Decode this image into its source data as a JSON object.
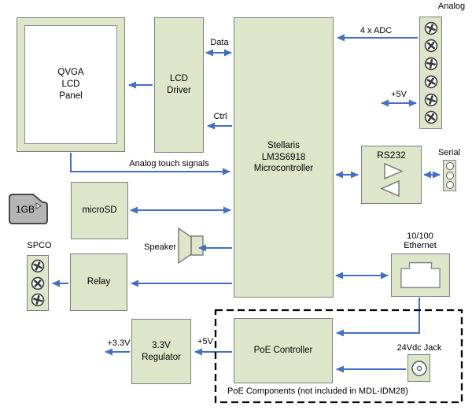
{
  "diagram": {
    "blocks": {
      "qvga": {
        "lines": [
          "QVGA",
          "LCD",
          "Panel"
        ]
      },
      "lcd_driver": {
        "lines": [
          "LCD",
          "Driver"
        ]
      },
      "mcu": {
        "lines": [
          "Stellaris",
          "LM3S6918",
          "Microcontroller"
        ]
      },
      "rs232": {
        "label": "RS232"
      },
      "microsd": {
        "label": "microSD"
      },
      "relay": {
        "label": "Relay"
      },
      "poe_controller": {
        "label": "PoE Controller"
      },
      "regulator": {
        "lines": [
          "3.3V",
          "Regulator"
        ]
      }
    },
    "connectors": {
      "analog": {
        "label": "Analog",
        "pin_count": 6
      },
      "serial": {
        "label": "Serial",
        "pin_count": 3
      },
      "spco": {
        "label": "SPCO",
        "pin_count": 3
      },
      "ethernet": {
        "lines": [
          "10/100",
          "Ethernet"
        ]
      },
      "dc_jack": {
        "label": "24Vdc Jack"
      },
      "sd_card": {
        "label": "1GB"
      }
    },
    "signal_labels": {
      "data": "Data",
      "ctrl": "Ctrl",
      "touch": "Analog touch signals",
      "adc": "4 x ADC",
      "v5_top": "+5V",
      "v5_bottom": "+5V",
      "v33": "+3.3V",
      "speaker": "Speaker"
    },
    "notes": {
      "poe": "PoE Components (not included in MDL-IDM28)"
    },
    "colors": {
      "block_fill": "#dde6c9",
      "block_border": "#7e7e7e",
      "arrow_blue": "#4170c4",
      "sd_card_fill": "#b5b5b5",
      "dashed_border": "#000000"
    }
  }
}
